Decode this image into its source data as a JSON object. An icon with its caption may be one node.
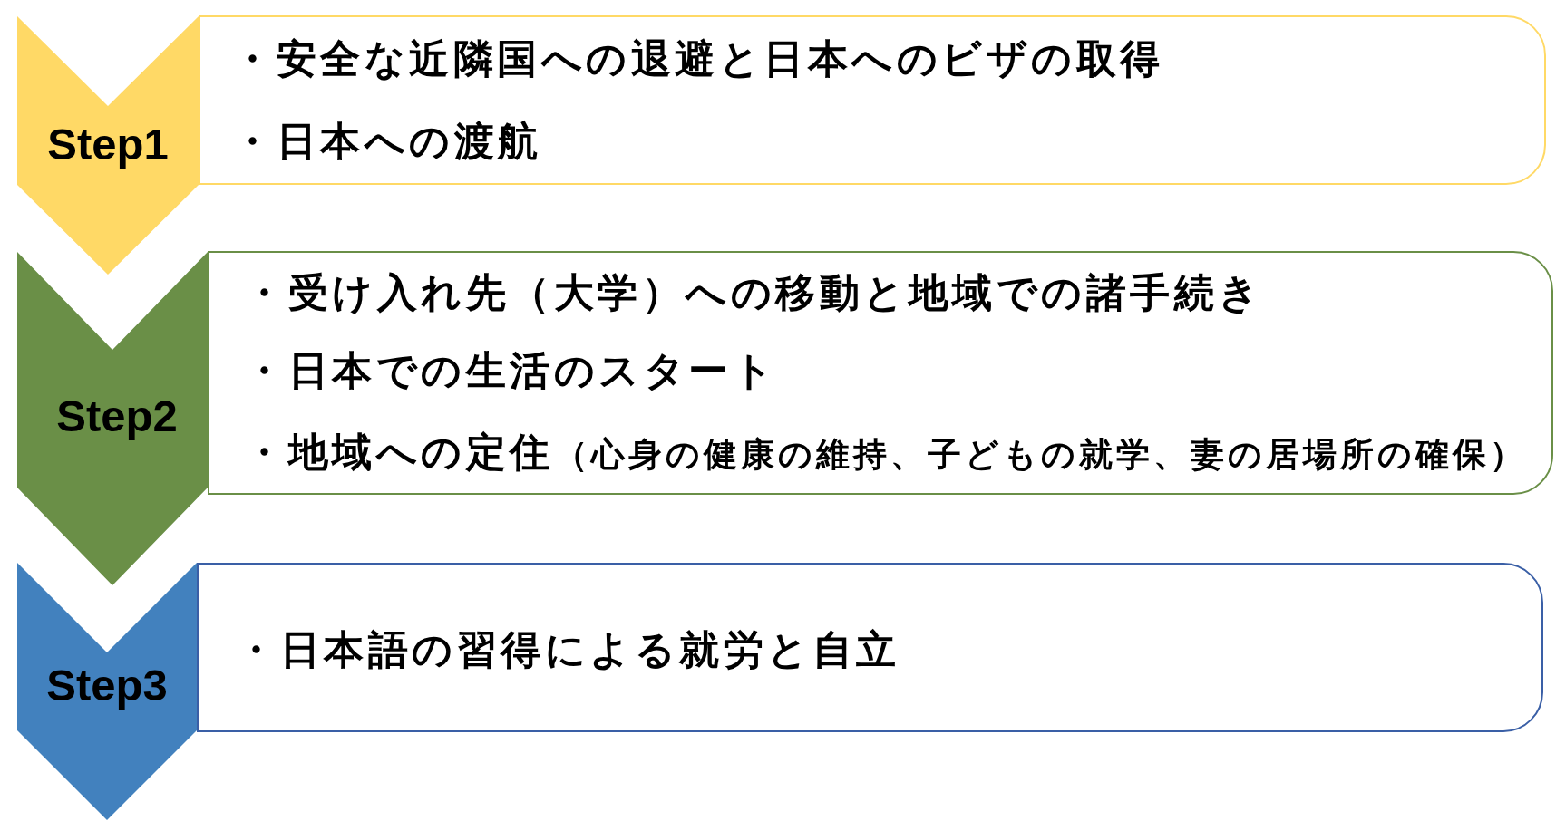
{
  "diagram": {
    "nodes": [
      {
        "text": [
          "Step1"
        ]
      },
      {
        "text": [
          "・安全な近隣国への退避と日本へのビザの取得",
          "・日本への渡航"
        ]
      },
      {
        "text": [
          "Step2"
        ]
      },
      {
        "text": [
          "・受け入れ先（大学）への移動と地域での諸手続き",
          "・日本での生活のスタート",
          "・地域への定住",
          "（心身の健康の維持、子どもの就学、妻の居場所の確保）"
        ]
      },
      {
        "text": [
          "Step3"
        ]
      },
      {
        "text": [
          "・日本語の習得による就労と自立"
        ]
      }
    ]
  }
}
